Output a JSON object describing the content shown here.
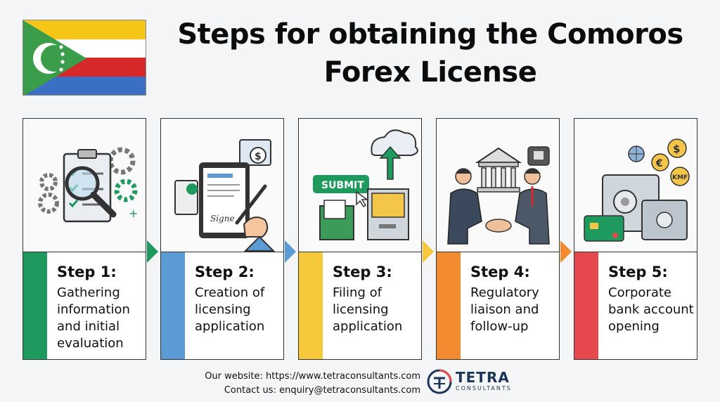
{
  "title": "Steps for obtaining the Comoros Forex License",
  "flag": {
    "colors": [
      "#f5c518",
      "#ffffff",
      "#d62828",
      "#3a6fc4"
    ],
    "triangle": "#3a9d4a"
  },
  "steps": [
    {
      "label": "Step 1:",
      "desc": "Gathering information and initial evaluation",
      "color": "#1e9a5e",
      "icon": "clipboard-magnifier-icon"
    },
    {
      "label": "Step 2:",
      "desc": "Creation of licensing application",
      "color": "#5b9bd5",
      "icon": "tablet-signature-icon"
    },
    {
      "label": "Step 3:",
      "desc": "Filing of licensing application",
      "color": "#f6c83b",
      "icon": "submit-filing-icon"
    },
    {
      "label": "Step 4:",
      "desc": "Regulatory liaison and follow-up",
      "color": "#f28a30",
      "icon": "handshake-regulator-icon"
    },
    {
      "label": "Step 5:",
      "desc": "Corporate bank account opening",
      "color": "#e5484d",
      "icon": "bank-vault-icon"
    }
  ],
  "art": {
    "submit_label": "SUBMIT",
    "sign_label": "Signe",
    "kmf_label": "KMF",
    "euro": "€",
    "dollar": "$"
  },
  "footer": {
    "website": "Our website: https://www.tetraconsultants.com",
    "contact": "Contact us: enquiry@tetraconsultants.com",
    "brand": "TETRA",
    "brand_sub": "CONSULTANTS"
  }
}
